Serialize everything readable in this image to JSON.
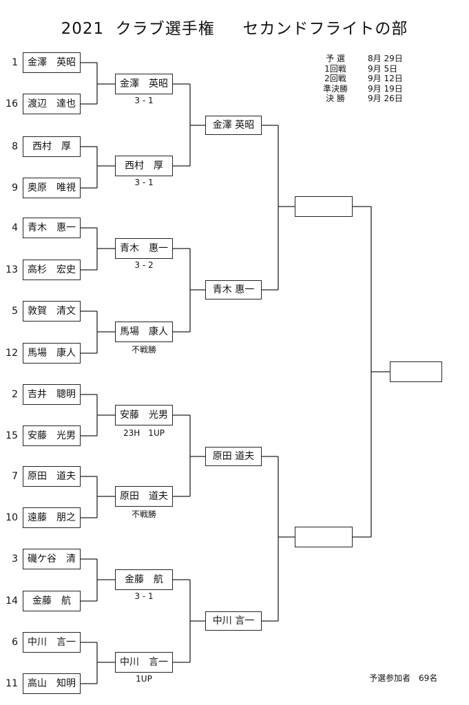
{
  "title": "2021  クラブ選手権　  セカンドフライトの部",
  "schedule": [
    {
      "label": "予  選",
      "date": "8月 29日"
    },
    {
      "label": "1回戦",
      "date": "9月 5日"
    },
    {
      "label": "2回戦",
      "date": "9月 12日"
    },
    {
      "label": "準決勝",
      "date": "9月 19日"
    },
    {
      "label": "決  勝",
      "date": "9月 26日"
    }
  ],
  "round1": [
    {
      "seed": "1",
      "name": "金澤　英昭"
    },
    {
      "seed": "16",
      "name": "渡辺　達也"
    },
    {
      "seed": "8",
      "name": "西村　厚"
    },
    {
      "seed": "9",
      "name": "奥原　唯視"
    },
    {
      "seed": "4",
      "name": "青木　惠一"
    },
    {
      "seed": "13",
      "name": "高杉　宏史"
    },
    {
      "seed": "5",
      "name": "敦賀　清文"
    },
    {
      "seed": "12",
      "name": "馬場　康人"
    },
    {
      "seed": "2",
      "name": "吉井　聰明"
    },
    {
      "seed": "15",
      "name": "安藤　光男"
    },
    {
      "seed": "7",
      "name": "原田　道夫"
    },
    {
      "seed": "10",
      "name": "遠藤　朋之"
    },
    {
      "seed": "3",
      "name": "磯ケ谷　清"
    },
    {
      "seed": "14",
      "name": "金藤　航"
    },
    {
      "seed": "6",
      "name": "中川　言一"
    },
    {
      "seed": "11",
      "name": "高山　知明"
    }
  ],
  "round2": [
    {
      "name": "金澤　英昭",
      "score": "3 - 1"
    },
    {
      "name": "西村　厚",
      "score": "3 - 1"
    },
    {
      "name": "青木　惠一",
      "score": "3 - 2"
    },
    {
      "name": "馬場　康人",
      "score": "不戦勝"
    },
    {
      "name": "安藤　光男",
      "score": "23H　1UP"
    },
    {
      "name": "原田　道夫",
      "score": "不戦勝"
    },
    {
      "name": "金藤　航",
      "score": "3 - 1"
    },
    {
      "name": "中川　言一",
      "score": "1UP"
    }
  ],
  "round3": [
    {
      "name": "金澤 英昭"
    },
    {
      "name": "青木 惠一"
    },
    {
      "name": "原田 道夫"
    },
    {
      "name": "中川 言一"
    }
  ],
  "semifinal": [
    {
      "name": ""
    },
    {
      "name": ""
    }
  ],
  "final": {
    "name": ""
  },
  "participants": "予選参加者　69名"
}
